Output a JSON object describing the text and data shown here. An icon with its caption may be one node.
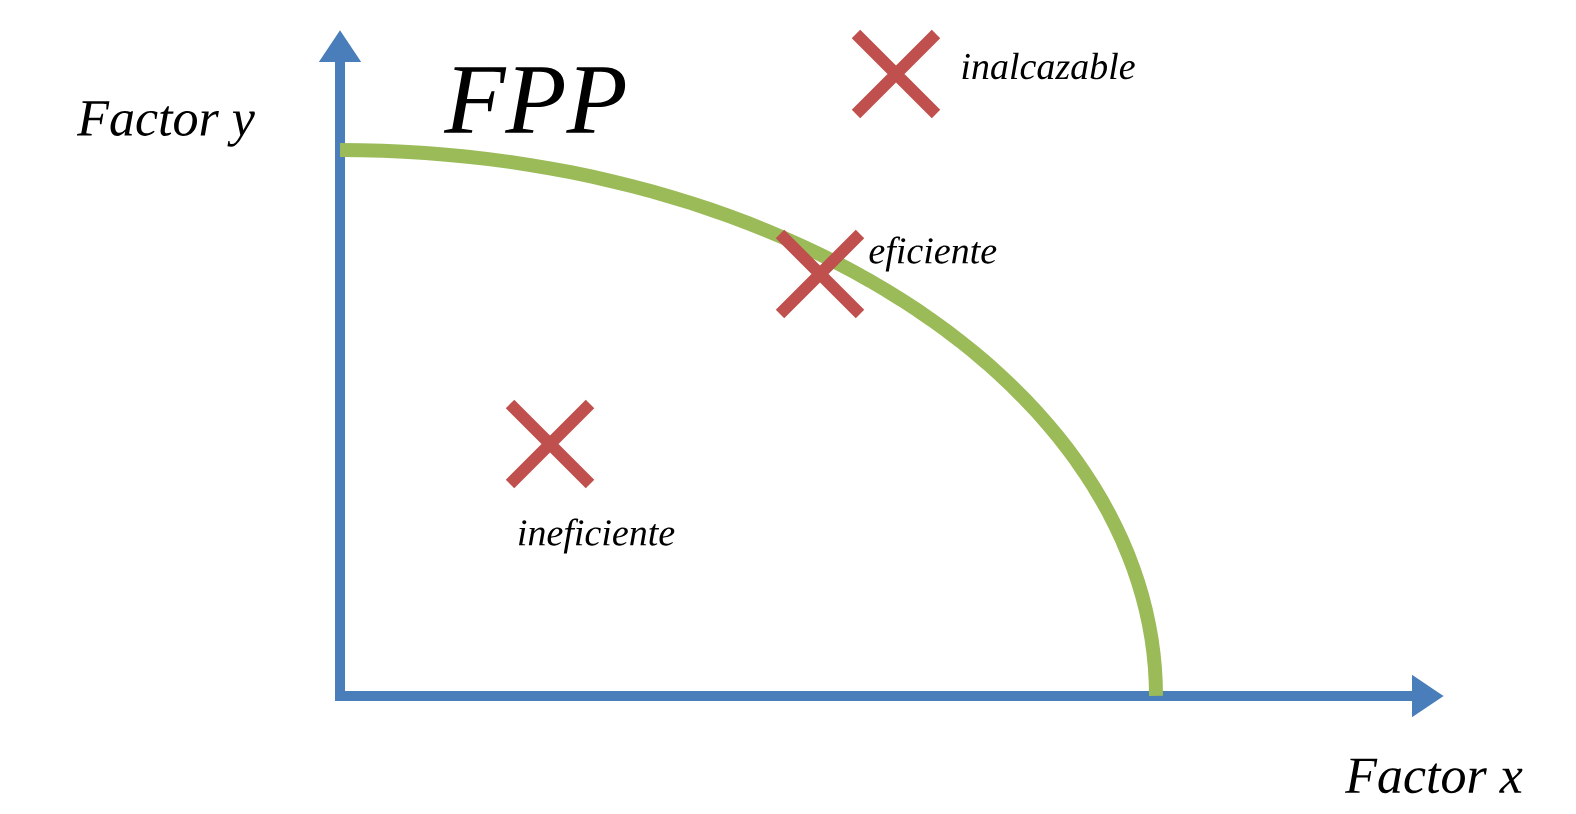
{
  "diagram": {
    "labels": [
      "Factor y",
      "FPP",
      "inalcazable",
      "eficiente",
      "ineficiente",
      "Factor x"
    ]
  }
}
